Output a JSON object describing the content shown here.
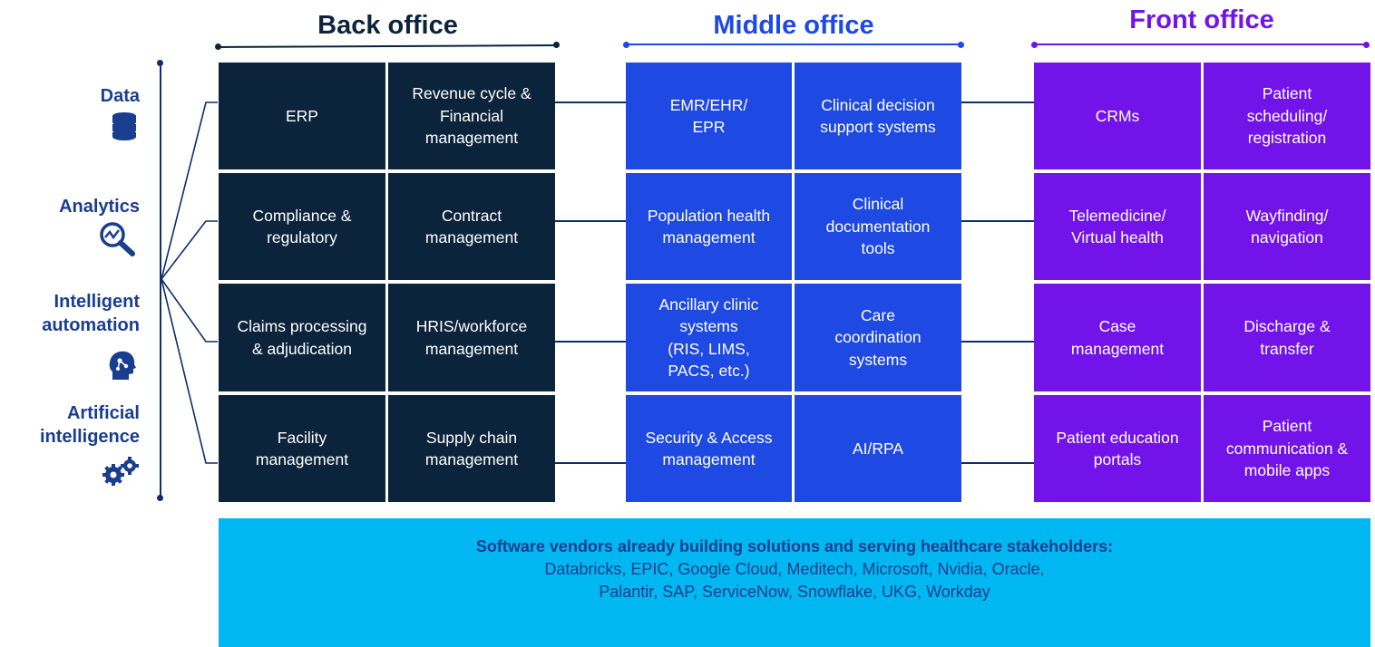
{
  "colors": {
    "back_office": "#0c233c",
    "middle_office": "#1e49e2",
    "front_office": "#7213ea",
    "vendor_band": "#00b7f1",
    "label_text": "#1a3e8f",
    "connector": "#0d2d6e"
  },
  "header": {
    "back_office": "Back office",
    "middle_office": "Middle office",
    "front_office": "Front office"
  },
  "capabilities": [
    {
      "label": "Data",
      "icon": "database-icon"
    },
    {
      "label": "Analytics",
      "icon": "analytics-magnifier-icon"
    },
    {
      "label": "Intelligent\nautomation",
      "icon": "robot-head-icon"
    },
    {
      "label": "Artificial\nintelligence",
      "icon": "gears-icon"
    }
  ],
  "grid": {
    "back_office": [
      [
        "ERP",
        "Revenue cycle &\nFinancial\nmanagement"
      ],
      [
        "Compliance &\nregulatory",
        "Contract\nmanagement"
      ],
      [
        "Claims processing\n& adjudication",
        "HRIS/workforce\nmanagement"
      ],
      [
        "Facility\nmanagement",
        "Supply chain\nmanagement"
      ]
    ],
    "middle_office": [
      [
        "EMR/EHR/\nEPR",
        "Clinical decision\nsupport systems"
      ],
      [
        "Population health\nmanagement",
        "Clinical\ndocumentation\ntools"
      ],
      [
        "Ancillary clinic\nsystems\n(RIS, LIMS,\nPACS, etc.)",
        "Care\ncoordination\nsystems"
      ],
      [
        "Security & Access\nmanagement",
        "AI/RPA"
      ]
    ],
    "front_office": [
      [
        "CRMs",
        "Patient\nscheduling/\nregistration"
      ],
      [
        "Telemedicine/\nVirtual health",
        "Wayfinding/\nnavigation"
      ],
      [
        "Case\nmanagement",
        "Discharge &\ntransfer"
      ],
      [
        "Patient education\nportals",
        "Patient\ncommunication &\nmobile apps"
      ]
    ]
  },
  "vendors": {
    "title": "Software vendors already building solutions and serving healthcare stakeholders:",
    "body": "Databricks, EPIC, Google Cloud, Meditech, Microsoft, Nvidia, Oracle,\nPalantir, SAP, ServiceNow, Snowflake, UKG, Workday"
  }
}
